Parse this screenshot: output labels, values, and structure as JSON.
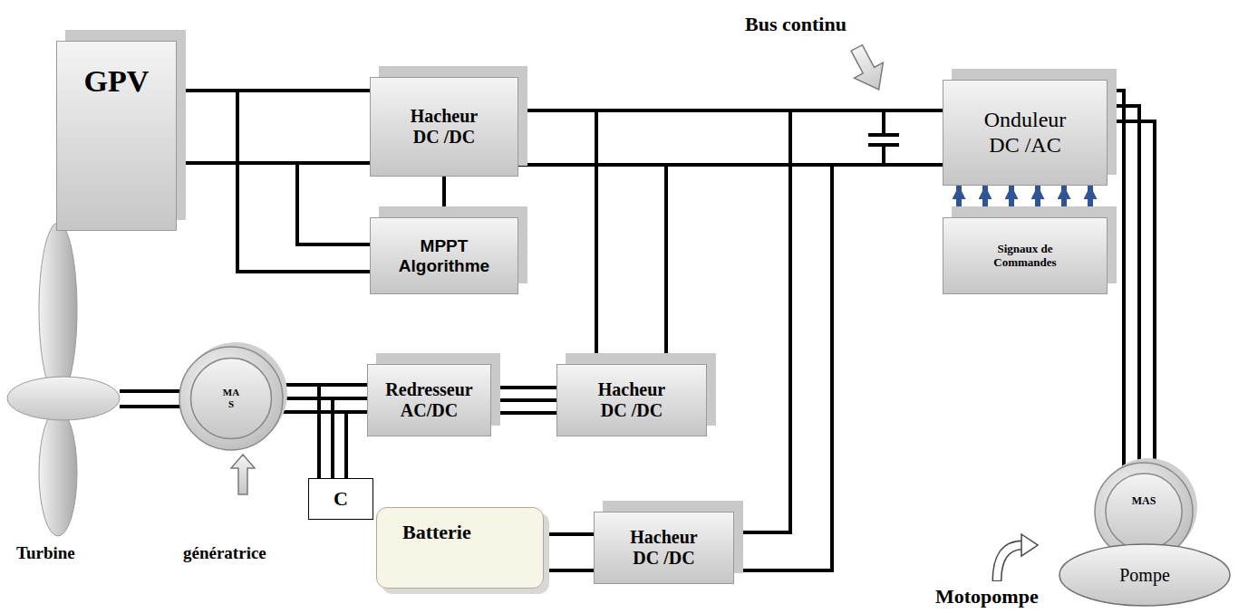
{
  "diagram": {
    "nodes": [
      {
        "text": [
          "GPV"
        ]
      },
      {
        "text": [
          "Hacheur DC /DC"
        ]
      },
      {
        "text": [
          "MPPT Algorithme"
        ]
      },
      {
        "text": [
          "Onduleur DC /AC"
        ]
      },
      {
        "text": [
          "Signaux de Commandes"
        ]
      },
      {
        "text": [
          "MA S"
        ]
      },
      {
        "text": [
          "Redresseur AC/DC"
        ]
      },
      {
        "text": [
          "Hacheur DC /DC"
        ]
      },
      {
        "text": [
          "C"
        ]
      },
      {
        "text": [
          "Batterie"
        ]
      },
      {
        "text": [
          "Hacheur DC /DC"
        ]
      },
      {
        "text": [
          "MAS"
        ]
      },
      {
        "text": [
          "Pompe"
        ]
      }
    ],
    "edges": [
      {
        "from": 0,
        "to": 1,
        "arrow": "none"
      },
      {
        "from": 0,
        "to": 2,
        "arrow": "none"
      },
      {
        "from": 2,
        "to": 1,
        "arrow": "none"
      },
      {
        "from": 1,
        "to": 3,
        "arrow": "none"
      },
      {
        "from": 4,
        "to": 3,
        "arrow": "to"
      },
      {
        "from": 5,
        "to": 6,
        "arrow": "none"
      },
      {
        "from": 5,
        "to": 8,
        "arrow": "none"
      },
      {
        "from": 6,
        "to": 7,
        "arrow": "none"
      },
      {
        "from": 7,
        "to": 3,
        "arrow": "none"
      },
      {
        "from": 9,
        "to": 10,
        "arrow": "none"
      },
      {
        "from": 10,
        "to": 3,
        "arrow": "none"
      },
      {
        "from": 3,
        "to": 11,
        "arrow": "none"
      }
    ],
    "labels": [
      "Bus continu",
      "Turbine",
      "génératrice",
      "Motopompe"
    ]
  }
}
